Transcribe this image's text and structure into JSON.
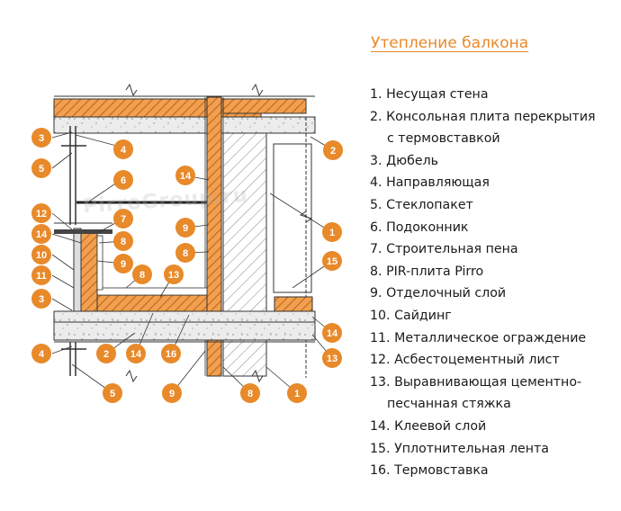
{
  "title": "Утепление балкона",
  "watermark": "PirroGroup.ru",
  "legend": [
    {
      "num": "1.",
      "text": "Несущая стена"
    },
    {
      "num": "2.",
      "text": "Консольная плита перекрытия",
      "cont": "с термовставкой"
    },
    {
      "num": "3.",
      "text": "Дюбель"
    },
    {
      "num": "4.",
      "text": "Направляющая"
    },
    {
      "num": "5.",
      "text": "Стеклопакет"
    },
    {
      "num": "6.",
      "text": "Подоконник"
    },
    {
      "num": "7.",
      "text": "Строительная пена"
    },
    {
      "num": "8.",
      "text": "PIR-плита Pirro"
    },
    {
      "num": "9.",
      "text": "Отделочный слой"
    },
    {
      "num": "10.",
      "text": "Сайдинг"
    },
    {
      "num": "11.",
      "text": "Металлическое ограждение"
    },
    {
      "num": "12.",
      "text": "Асбестоцементный лист"
    },
    {
      "num": "13.",
      "text": "Выравнивающая цементно-",
      "cont": "песчанная стяжка"
    },
    {
      "num": "14.",
      "text": "Клеевой слой"
    },
    {
      "num": "15.",
      "text": "Уплотнительная лента"
    },
    {
      "num": "16.",
      "text": "Термовставка"
    }
  ],
  "callouts": [
    "1",
    "2",
    "3",
    "4",
    "5",
    "6",
    "7",
    "8",
    "9",
    "10",
    "11",
    "12",
    "13",
    "14",
    "15",
    "16"
  ],
  "colors": {
    "callout": "#e8892a",
    "insulation": "#f0a050",
    "title": "#e8892a"
  }
}
